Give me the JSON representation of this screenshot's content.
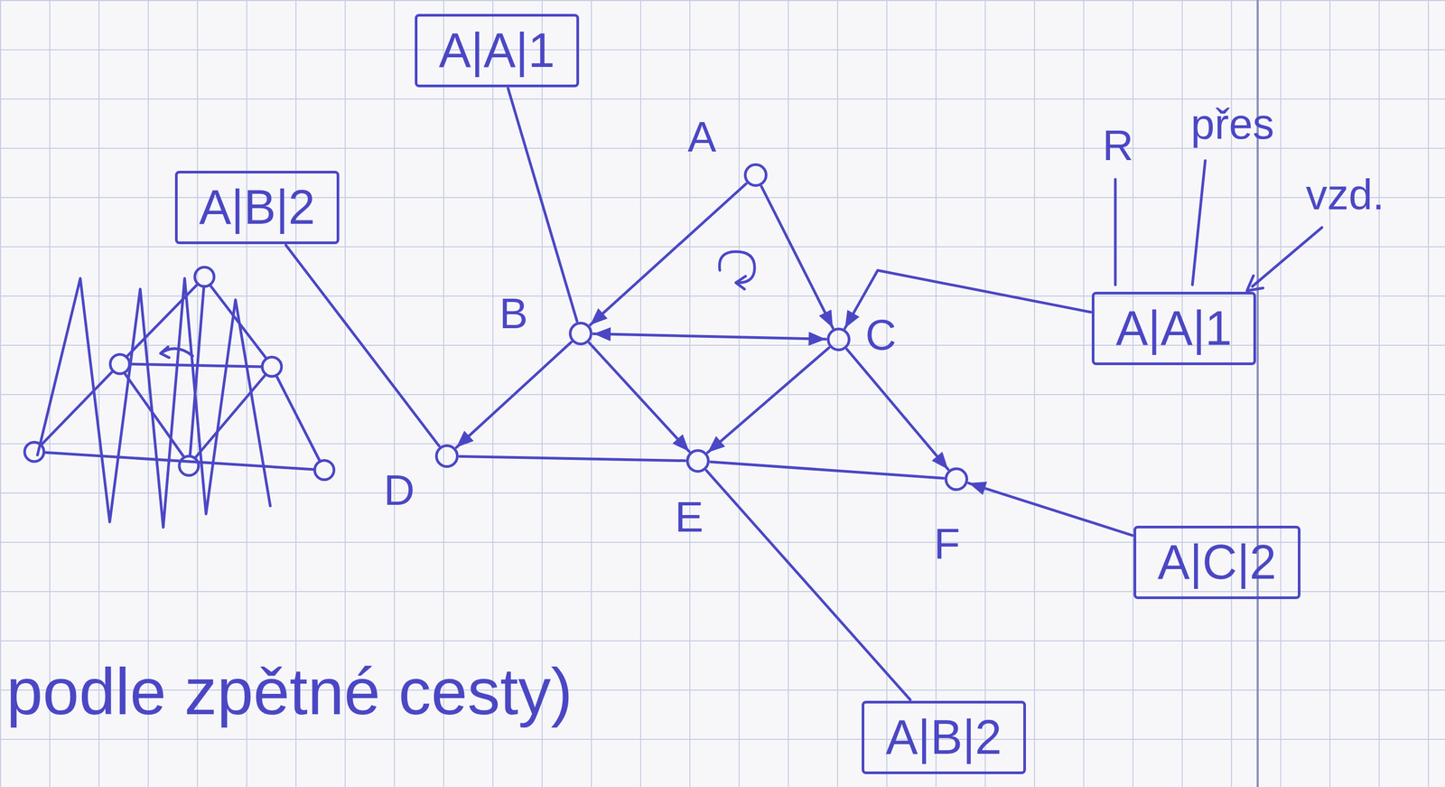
{
  "diagram": {
    "nodes": [
      {
        "text": [
          "A|A|1"
        ]
      },
      {
        "text": [
          "A|B|2"
        ]
      },
      {
        "text": [
          "A"
        ]
      },
      {
        "text": [
          "B"
        ]
      },
      {
        "text": [
          "C"
        ]
      },
      {
        "text": [
          "D"
        ]
      },
      {
        "text": [
          "E"
        ]
      },
      {
        "text": [
          "F"
        ]
      },
      {
        "text": [
          "A|A|1"
        ]
      },
      {
        "text": [
          "A|C|2"
        ]
      },
      {
        "text": [
          "A|B|2"
        ]
      }
    ],
    "edges": [
      {
        "from": 0,
        "to": 3,
        "arrow": "none"
      },
      {
        "from": 1,
        "to": 5,
        "arrow": "none"
      },
      {
        "from": 2,
        "to": 3,
        "arrow": "to"
      },
      {
        "from": 2,
        "to": 4,
        "arrow": "to"
      },
      {
        "from": 3,
        "to": 4,
        "arrow": "both"
      },
      {
        "from": 3,
        "to": 5,
        "arrow": "to"
      },
      {
        "from": 3,
        "to": 6,
        "arrow": "to"
      },
      {
        "from": 4,
        "to": 6,
        "arrow": "to"
      },
      {
        "from": 4,
        "to": 7,
        "arrow": "to"
      },
      {
        "from": 5,
        "to": 6,
        "arrow": "none"
      },
      {
        "from": 6,
        "to": 7,
        "arrow": "none"
      },
      {
        "from": 8,
        "to": 4,
        "arrow": "to"
      },
      {
        "from": 9,
        "to": 7,
        "arrow": "to"
      },
      {
        "from": 10,
        "to": 6,
        "arrow": "none"
      }
    ],
    "labels": [
      "R",
      "přes",
      "vzd.",
      "podle zpětné cesty)"
    ]
  }
}
